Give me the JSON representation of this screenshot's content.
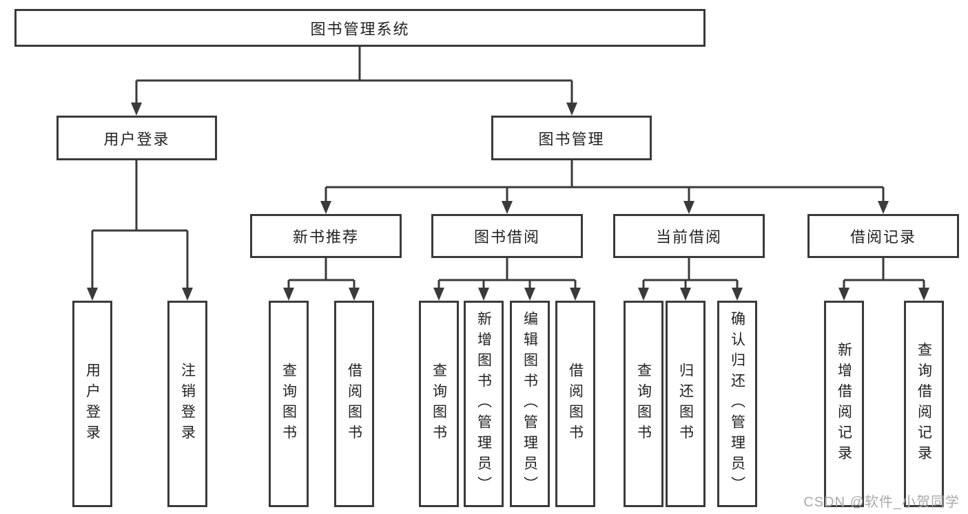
{
  "colors": {
    "line": "#3a3a3a",
    "text": "#222222",
    "background": "#ffffff",
    "watermark": "#a9a9a9"
  },
  "tree": {
    "label": "图书管理系统",
    "children": [
      {
        "label": "用户登录",
        "children": [
          {
            "label": "用户登录"
          },
          {
            "label": "注销登录"
          }
        ]
      },
      {
        "label": "图书管理",
        "children": [
          {
            "label": "新书推荐",
            "children": [
              {
                "label": "查询图书"
              },
              {
                "label": "借阅图书"
              }
            ]
          },
          {
            "label": "图书借阅",
            "children": [
              {
                "label": "查询图书"
              },
              {
                "label": "新增图书（管理员）"
              },
              {
                "label": "编辑图书（管理员）"
              },
              {
                "label": "借阅图书"
              }
            ]
          },
          {
            "label": "当前借阅",
            "children": [
              {
                "label": "查询图书"
              },
              {
                "label": "归还图书"
              },
              {
                "label": "确认归还（管理员）"
              }
            ]
          },
          {
            "label": "借阅记录",
            "children": [
              {
                "label": "新增借阅记录"
              },
              {
                "label": "查询借阅记录"
              }
            ]
          }
        ]
      }
    ]
  },
  "watermark": {
    "text": "CSDN @软件_小贺同学"
  }
}
